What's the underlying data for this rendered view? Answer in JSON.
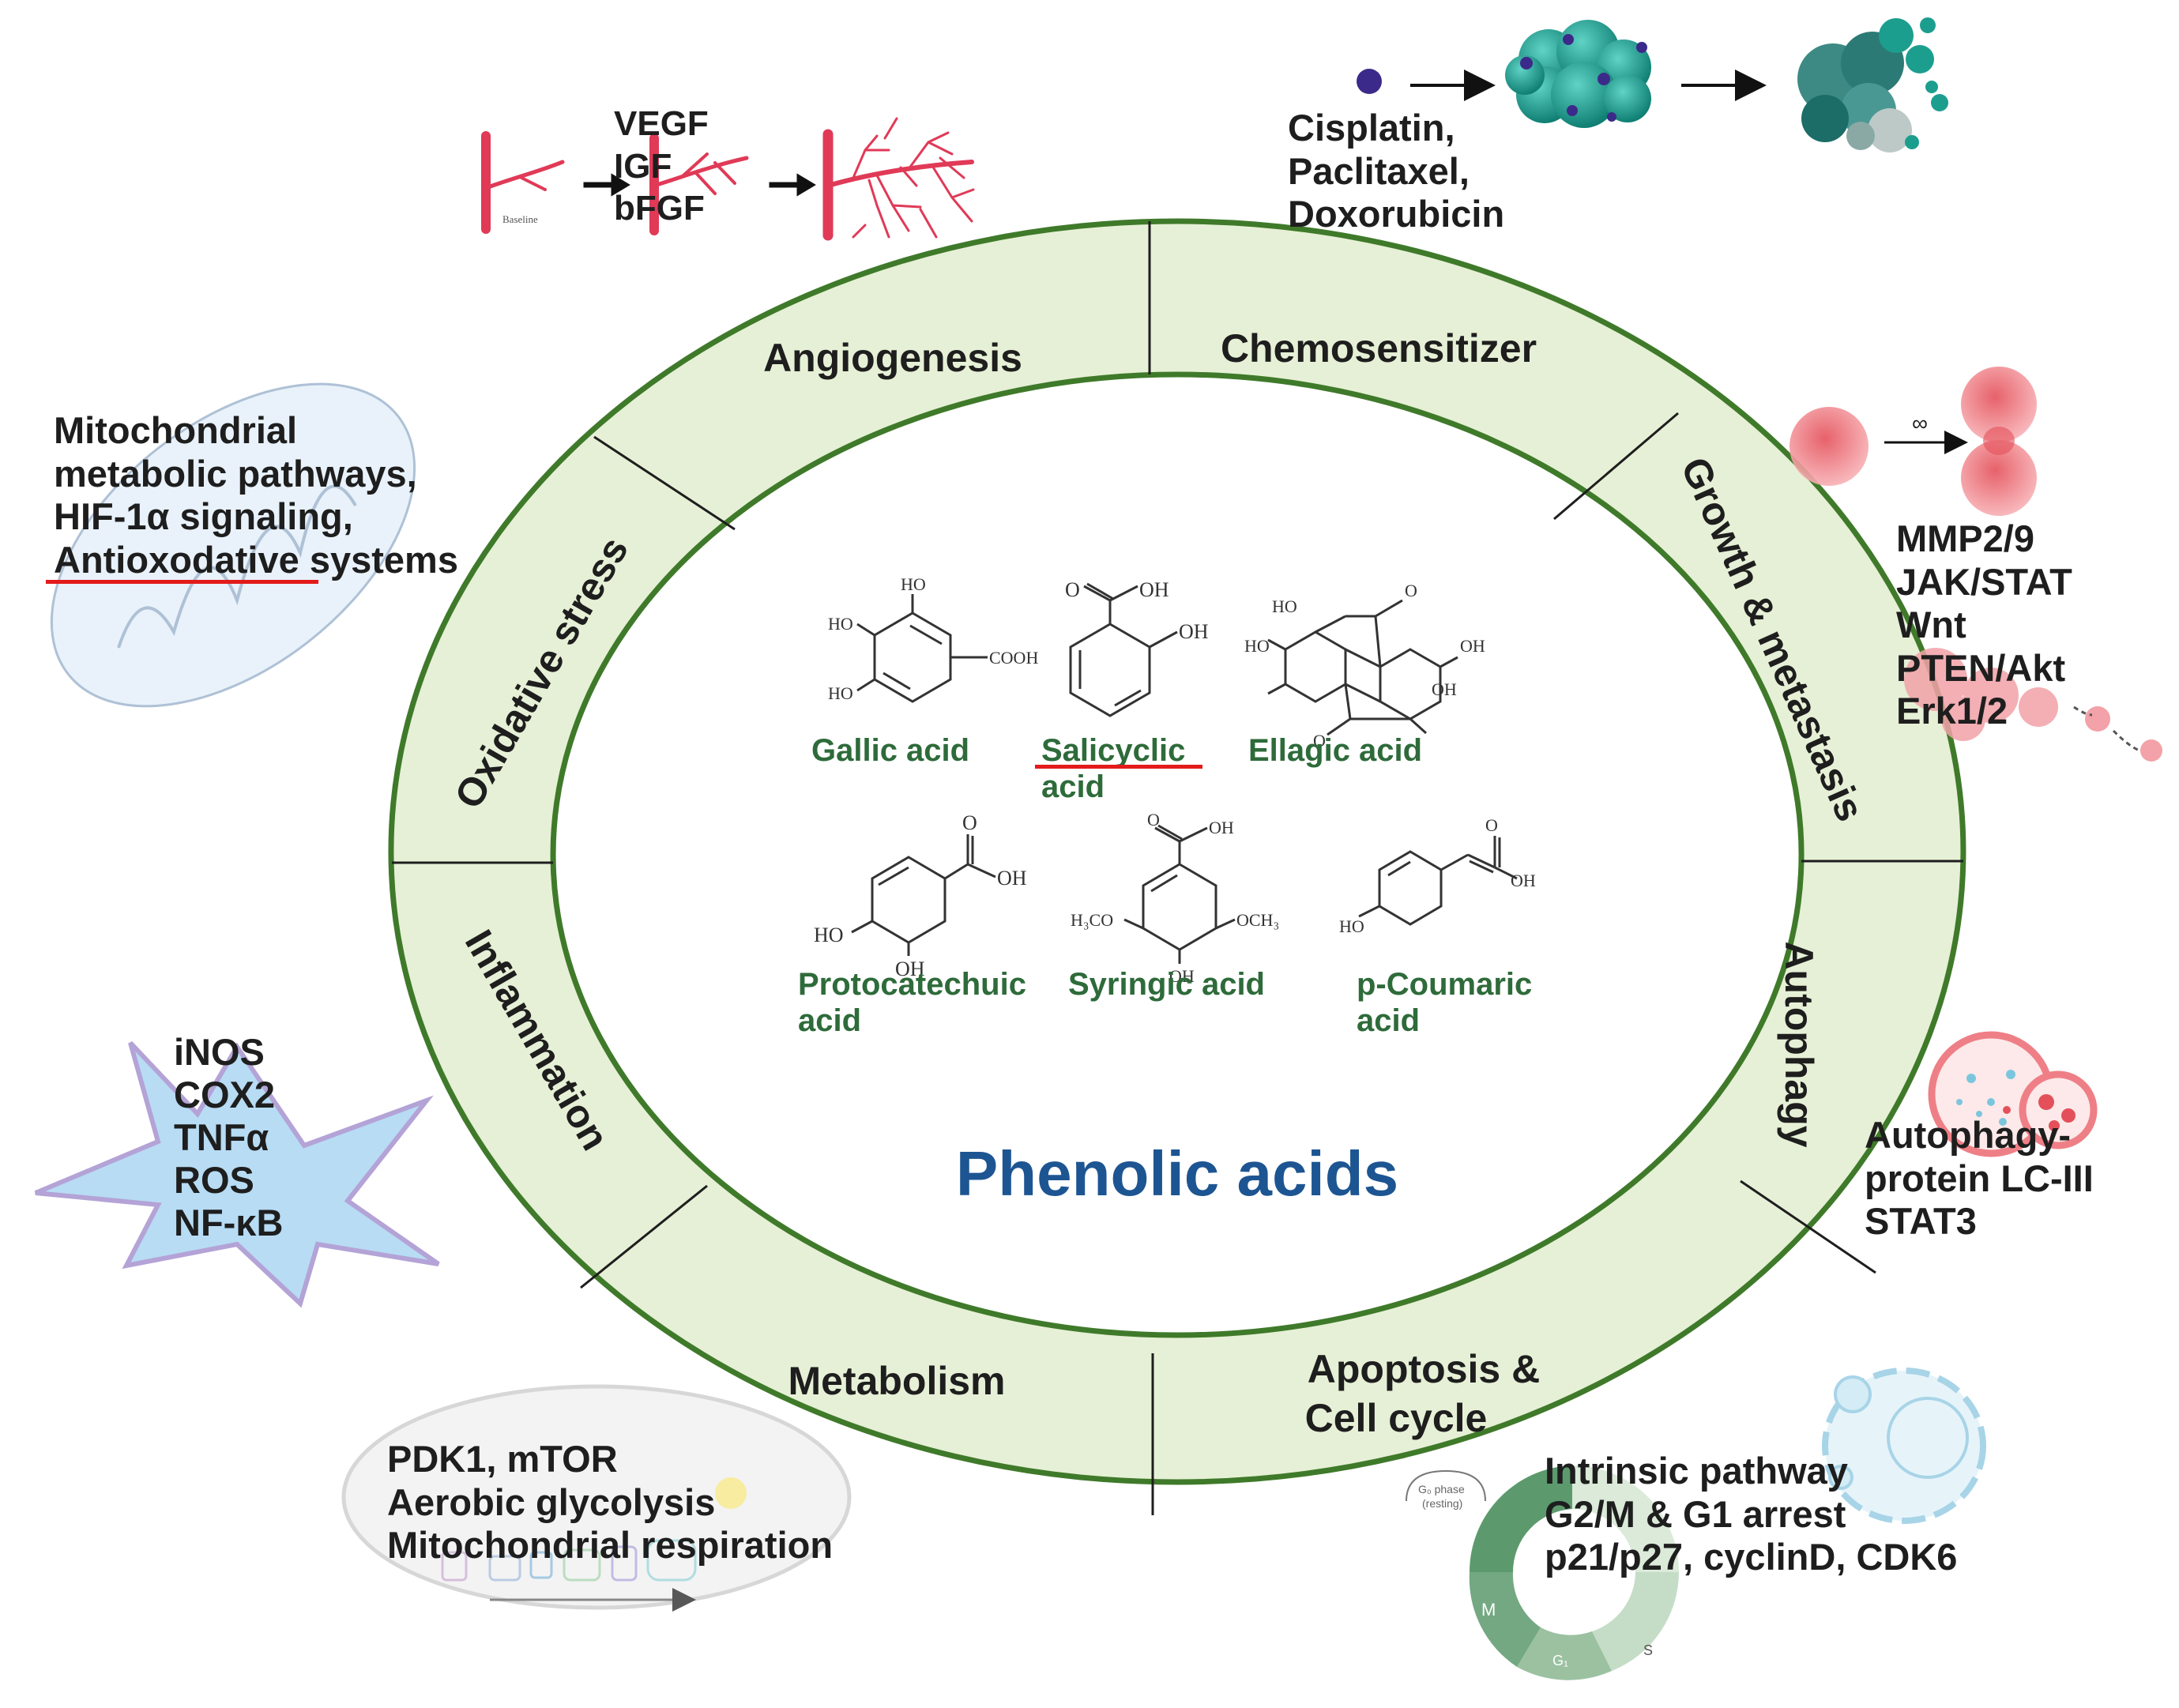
{
  "center_title": "Phenolic acids",
  "ring_sections": [
    {
      "id": "angiogenesis",
      "label": "Angiogenesis"
    },
    {
      "id": "chemosensitizer",
      "label": "Chemosensitizer"
    },
    {
      "id": "growth",
      "label": "Growth & metastasis"
    },
    {
      "id": "autophagy",
      "label": "Autophagy"
    },
    {
      "id": "apoptosis",
      "label_line1": "Apoptosis &",
      "label_line2": "Cell cycle"
    },
    {
      "id": "metabolism",
      "label": "Metabolism"
    },
    {
      "id": "inflammation",
      "label": "Inflammation"
    },
    {
      "id": "oxidative",
      "label": "Oxidative stress"
    }
  ],
  "compounds": [
    {
      "name_line1": "Gallic acid",
      "name_line2": ""
    },
    {
      "name_line1": "Salicyclic",
      "name_line2": "acid"
    },
    {
      "name_line1": "Ellagic acid",
      "name_line2": ""
    },
    {
      "name_line1": "Protocatechuic",
      "name_line2": "acid"
    },
    {
      "name_line1": "Syringic acid",
      "name_line2": ""
    },
    {
      "name_line1": "p-Coumaric",
      "name_line2": "acid"
    }
  ],
  "structure_labels": {
    "gallic": {
      "ho_top": "HO",
      "ho_mid": "HO",
      "ho_bot": "HO",
      "cooh": "COOH"
    },
    "salicylic": {
      "o": "O",
      "oh_top": "OH",
      "oh_side": "OH"
    },
    "ellagic": {
      "ho_tl": "HO",
      "ho_l": "HO",
      "oh_r": "OH",
      "oh_br": "OH",
      "o_top": "O",
      "o_bot": "O"
    },
    "protocatechuic": {
      "o": "O",
      "oh_acid": "OH",
      "ho": "HO",
      "oh": "OH"
    },
    "syringic": {
      "o": "O",
      "oh_acid": "OH",
      "h3co": "H₃CO",
      "och3": "OCH₃",
      "oh": "OH"
    },
    "coumaric": {
      "o": "O",
      "oh_acid": "OH",
      "ho": "HO"
    }
  },
  "callouts": {
    "angiogenesis": [
      "VEGF",
      "IGF",
      "bFGF"
    ],
    "angiogenesis_small_label": "Baseline",
    "chemosensitizer": [
      "Cisplatin,",
      "Paclitaxel,",
      "Doxorubicin"
    ],
    "growth": [
      "MMP2/9",
      "JAK/STAT",
      "Wnt",
      "PTEN/Akt",
      "Erk1/2"
    ],
    "growth_arrow_label": "∞",
    "autophagy": [
      "Autophagy-",
      "protein LC-III",
      "STAT3"
    ],
    "apoptosis": [
      "Intrinsic pathway",
      "G2/M & G1 arrest",
      "p21/p27, cyclinD, CDK6"
    ],
    "cell_cycle_phases": [
      "M",
      "G₁",
      "S"
    ],
    "cell_cycle_note": [
      "G₀ phase",
      "(resting)"
    ],
    "metabolism": [
      "PDK1, mTOR",
      "Aerobic glycolysis",
      "Mitochondrial respiration"
    ],
    "inflammation": [
      "iNOS",
      "COX2",
      "TNFα",
      "ROS",
      "NF-κB"
    ],
    "oxidative_lines": [
      "Mitochondrial",
      "metabolic pathways,",
      "HIF-1α signaling,"
    ],
    "oxidative_last_underlined": "Antioxodative",
    "oxidative_last_rest": " systems"
  },
  "colors": {
    "ring_fill": "#e6f0d6",
    "ring_stroke": "#3f7a2a",
    "title": "#1d5592",
    "compound_label": "#2e6b3a",
    "underline": "#e31b1b",
    "vessel": "#e03a57",
    "cell_teal": "#1c9e8f",
    "cell_pink": "#ef7f86",
    "starburst_fill": "#b7dcf4",
    "starburst_stroke": "#b4a3d6"
  }
}
